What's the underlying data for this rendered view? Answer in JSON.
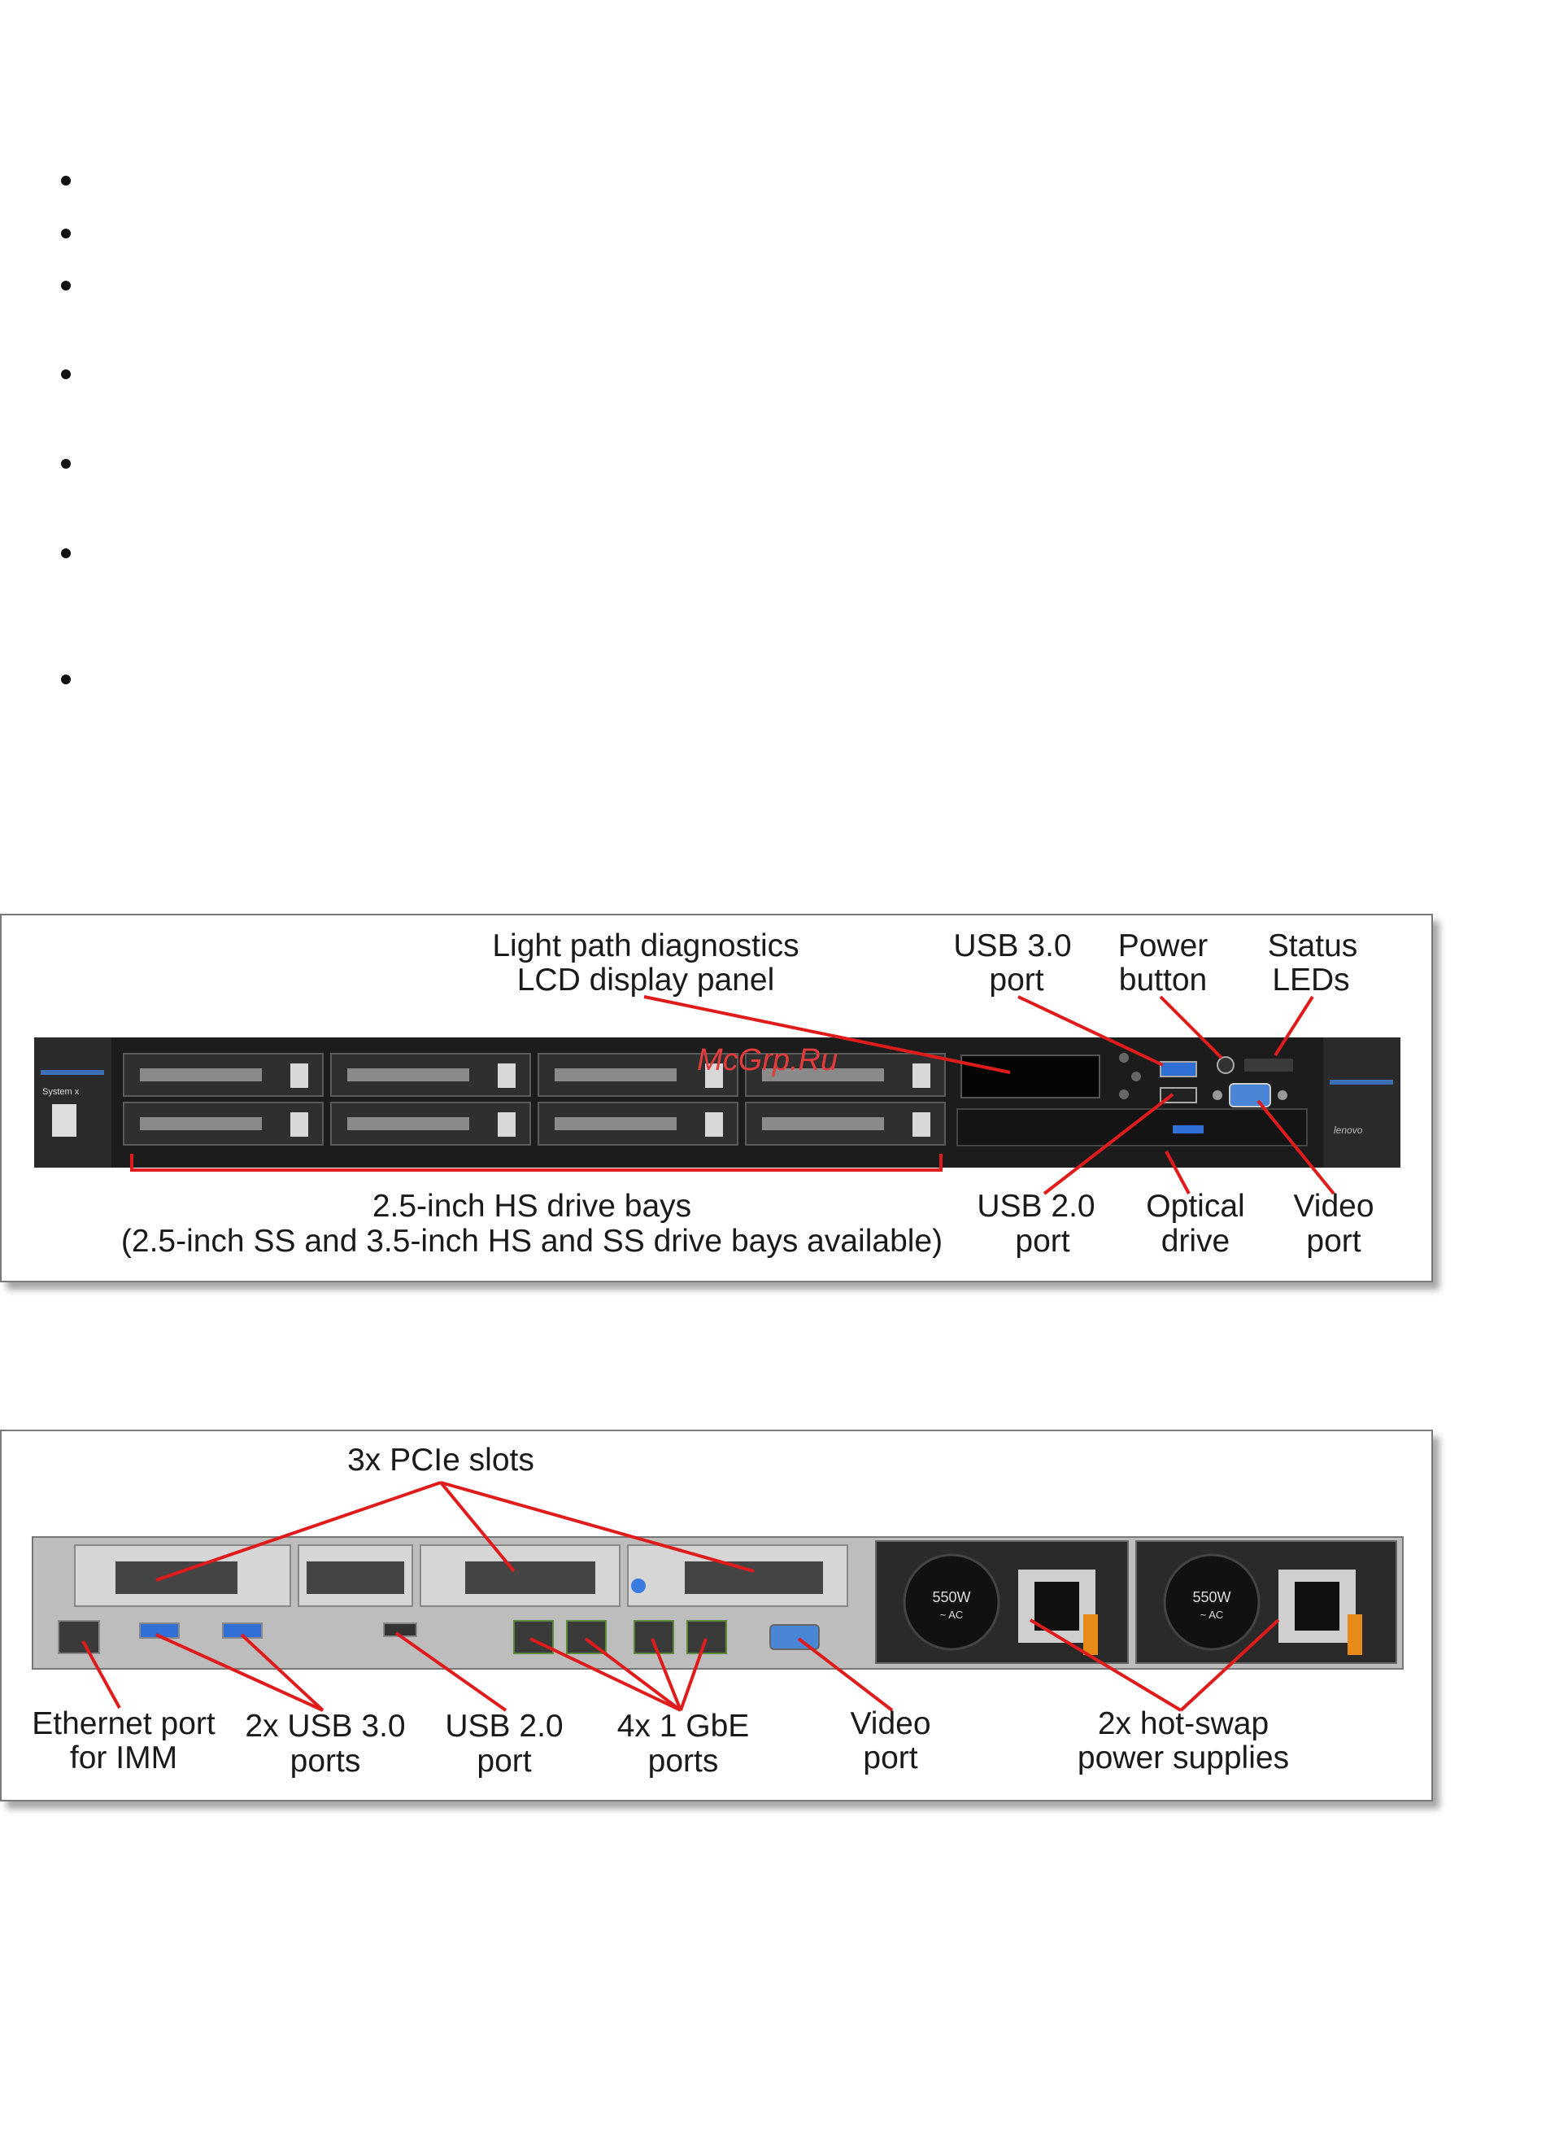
{
  "bullets_count": 7,
  "front": {
    "labels": {
      "lightpath_1": "Light path diagnostics",
      "lightpath_2": "LCD display panel",
      "usb3_1": "USB 3.0",
      "usb3_2": "port",
      "power_1": "Power",
      "power_2": "button",
      "status_1": "Status",
      "status_2": "LEDs",
      "drives_1": "2.5-inch HS drive bays",
      "drives_2": "(2.5-inch SS and 3.5-inch HS and SS drive bays available)",
      "usb2_1": "USB 2.0",
      "usb2_2": "port",
      "optical_1": "Optical",
      "optical_2": "drive",
      "video_1": "Video",
      "video_2": "port"
    },
    "watermark": "McGrp.Ru",
    "device_badge": "System x",
    "brand_right": "lenovo"
  },
  "rear": {
    "labels": {
      "pcie": "3x PCIe slots",
      "eth_1": "Ethernet port",
      "eth_2": "for IMM",
      "usb3_1": "2x USB 3.0",
      "usb3_2": "ports",
      "usb2_1": "USB 2.0",
      "usb2_2": "port",
      "gbe_1": "4x 1 GbE",
      "gbe_2": "ports",
      "video_1": "Video",
      "video_2": "port",
      "psu_1": "2x hot-swap",
      "psu_2": "power supplies"
    },
    "psu_rating": "550W",
    "psu_ac": "~ AC"
  },
  "colors": {
    "arrow": "#e01b1b",
    "chassis": "#1c1c1c",
    "usb_blue": "#2f6fd6"
  }
}
